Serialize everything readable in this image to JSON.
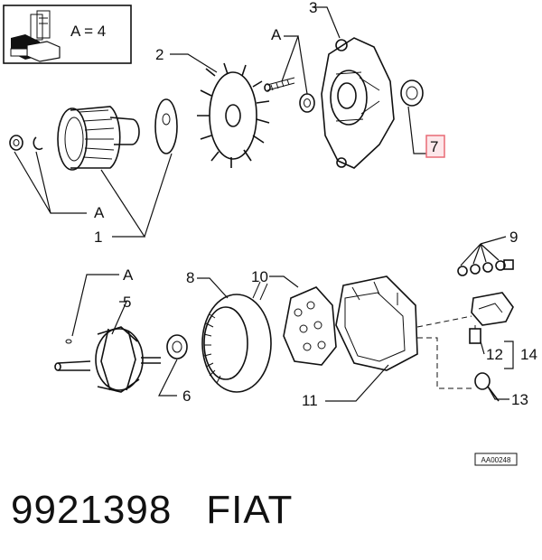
{
  "legend": {
    "text": "A = 4"
  },
  "callouts": {
    "c1": "1",
    "c2": "2",
    "c3": "3",
    "c4": "A",
    "c5": "A",
    "c6": "A",
    "c7": "5",
    "c8": "6",
    "c9": "7",
    "c10": "8",
    "c11": "9",
    "c12": "10",
    "c13": "11",
    "c14": "12",
    "c15": "13",
    "c16": "14"
  },
  "drawing_code": "AA00248",
  "part_number": "9921398",
  "brand": "FIAT",
  "colors": {
    "highlight": "#e86a75",
    "highlight_fill": "#fde7ea",
    "ink": "#111111"
  }
}
